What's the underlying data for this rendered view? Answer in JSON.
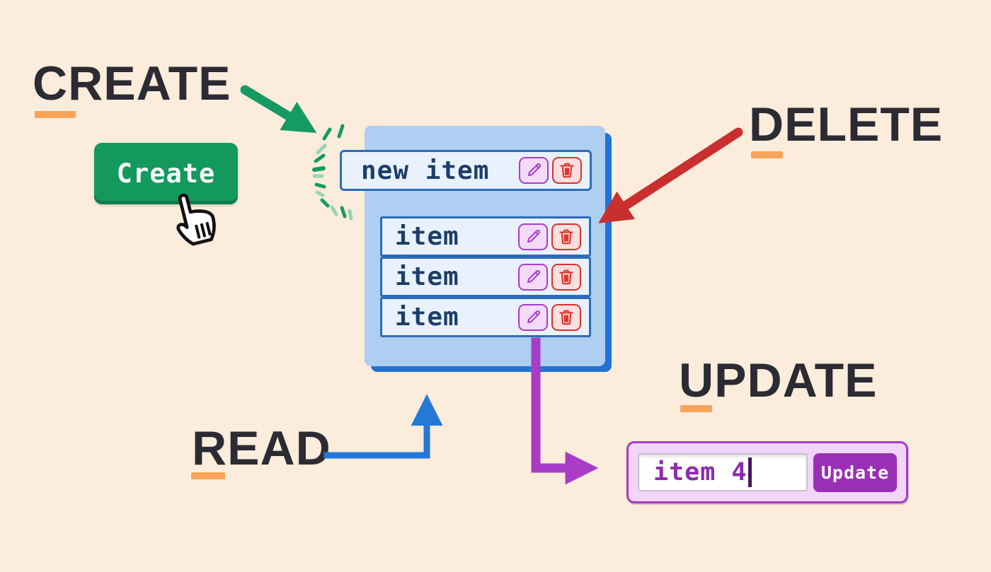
{
  "headings": {
    "create": "CREATE",
    "delete": "DELETE",
    "read": "READ",
    "update": "UPDATE"
  },
  "create_button": {
    "label": "Create"
  },
  "list_panel": {
    "new_item_label": "new item",
    "items": [
      {
        "label": "item"
      },
      {
        "label": "item"
      },
      {
        "label": "item"
      }
    ]
  },
  "update_widget": {
    "input_value": "item 4",
    "button_label": "Update"
  },
  "icons": [
    "pencil-icon",
    "trash-icon",
    "hand-cursor-icon",
    "sparkle-burst-icon"
  ],
  "colors": {
    "background": "#fbecdc",
    "heading_text": "#2b2b33",
    "accent_underline_orange": "#f8a459",
    "create_green": "#13995e",
    "panel_light_blue": "#aecef2",
    "panel_shadow_blue": "#2173d4",
    "row_border_blue": "#2b6cb8",
    "row_bg": "#e9f2fc",
    "row_text_navy": "#1c3f69",
    "edit_purple": "#a83cc8",
    "delete_red": "#d9322c",
    "red_arrow": "#c92f2f",
    "blue_arrow": "#2478d8",
    "purple_arrow": "#a93cc6",
    "green_arrow": "#169a63",
    "update_box_bg": "#f1d6fa",
    "update_button_purple": "#9a2fb5",
    "input_text_purple": "#8d2bad"
  }
}
